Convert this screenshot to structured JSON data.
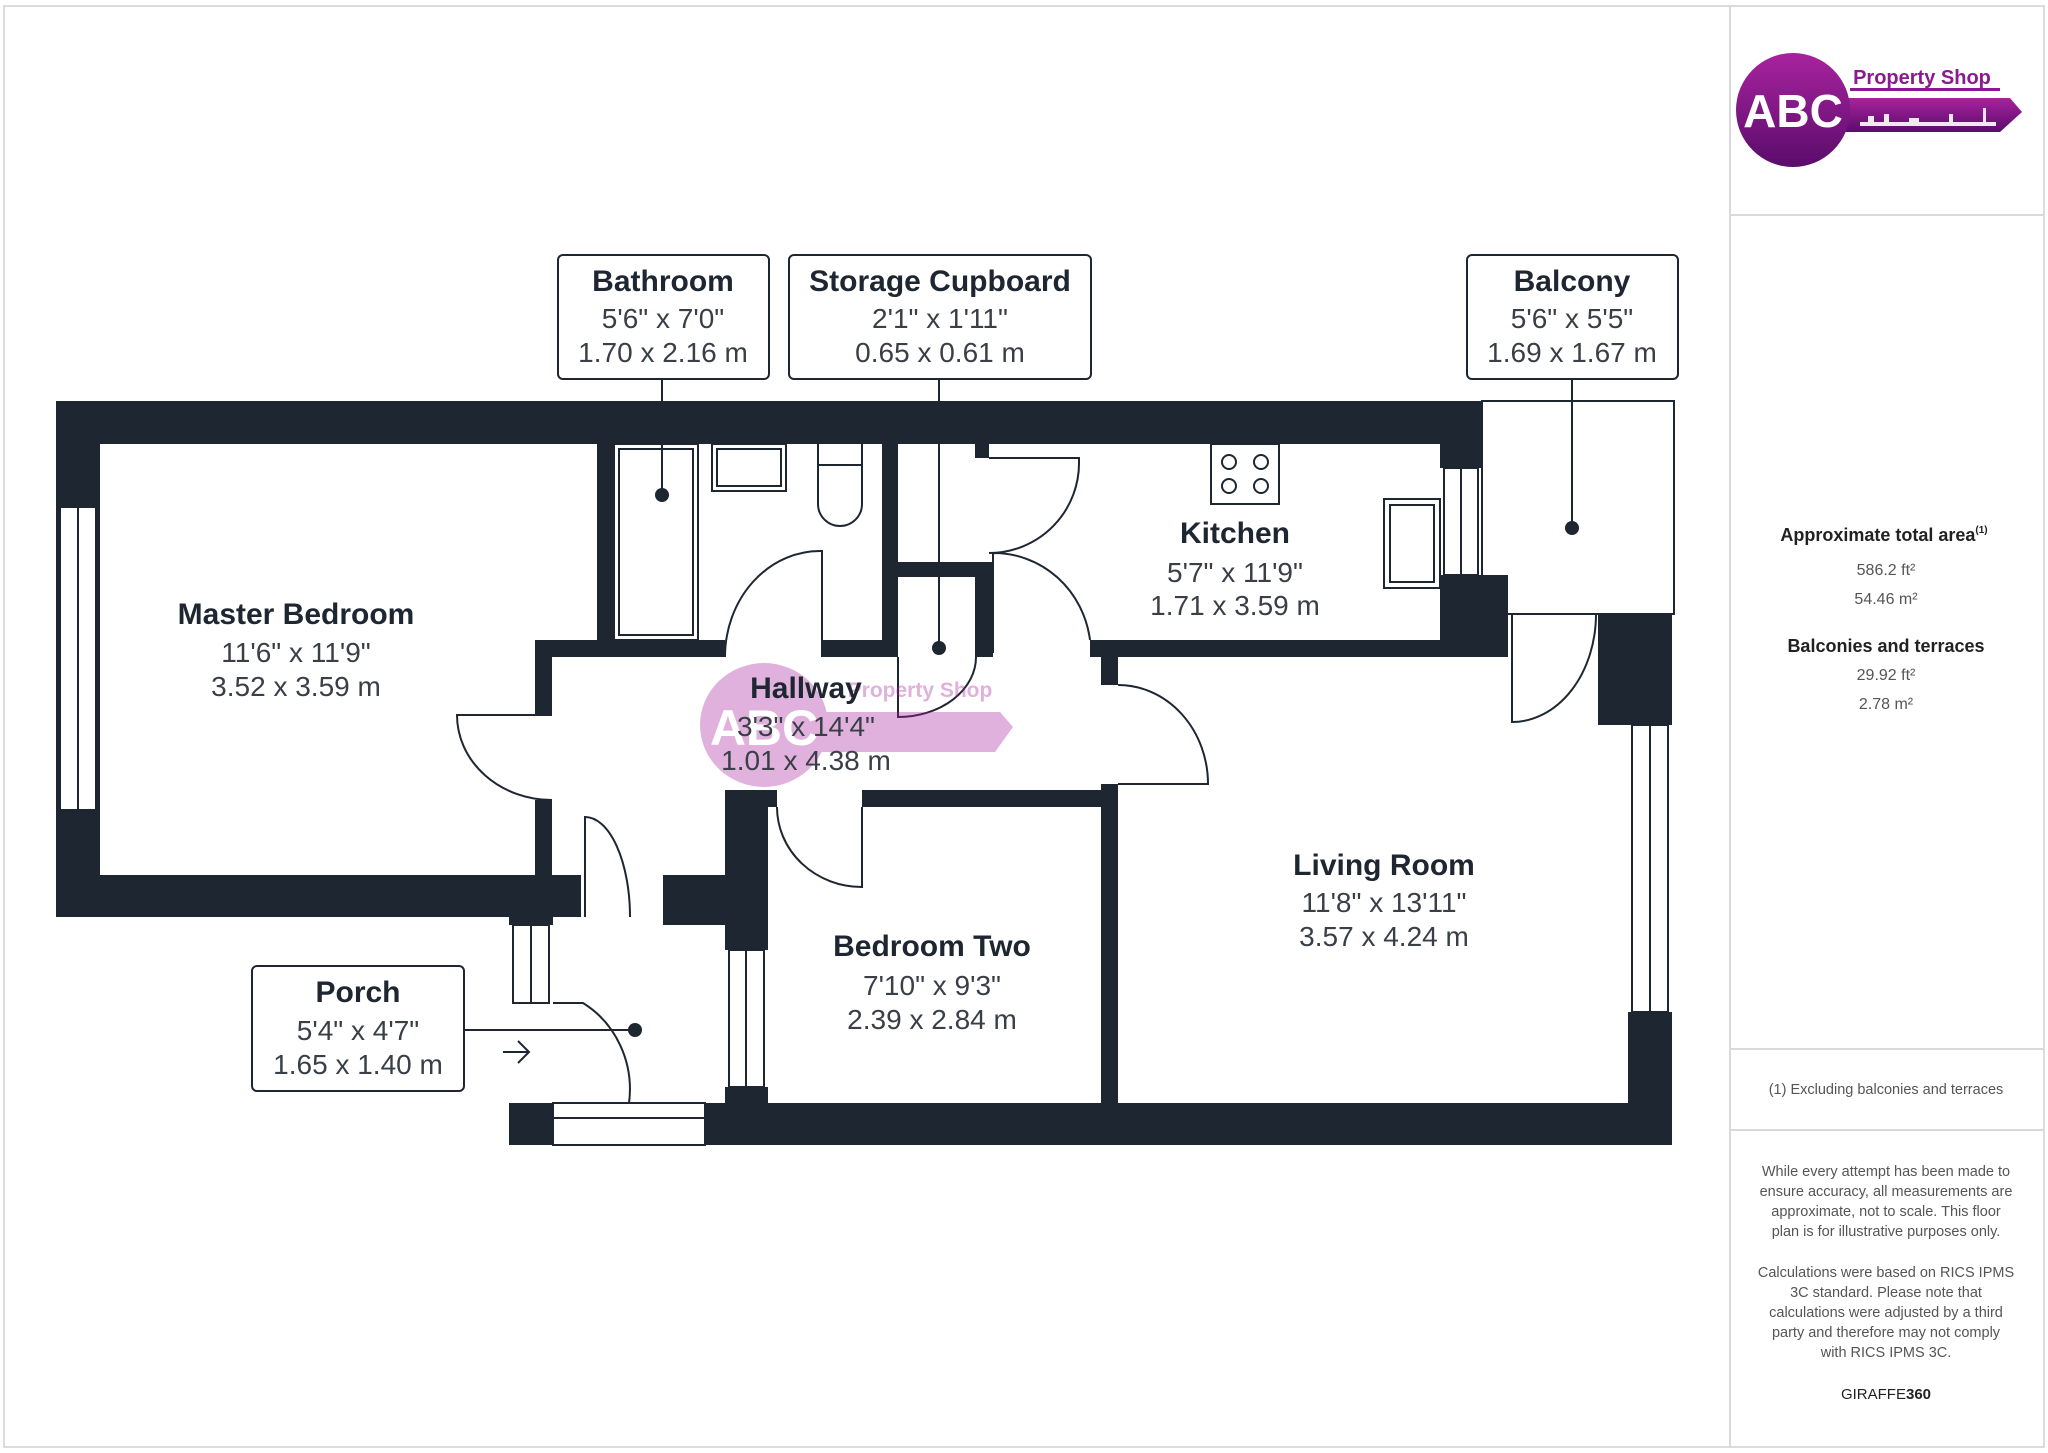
{
  "brand": {
    "logo_letters": "ABC",
    "logo_tagline": "Property Shop",
    "primary_color": "#8b1a8f",
    "dark_color": "#5e0e6e"
  },
  "rooms": {
    "master_bedroom": {
      "name": "Master Bedroom",
      "imperial": "11'6\" x 11'9\"",
      "metric": "3.52 x 3.59 m"
    },
    "bathroom": {
      "name": "Bathroom",
      "imperial": "5'6\" x 7'0\"",
      "metric": "1.70 x 2.16 m"
    },
    "storage": {
      "name": "Storage Cupboard",
      "imperial": "2'1\" x 1'11\"",
      "metric": "0.65 x 0.61 m"
    },
    "kitchen": {
      "name": "Kitchen",
      "imperial": "5'7\" x 11'9\"",
      "metric": "1.71 x 3.59 m"
    },
    "balcony": {
      "name": "Balcony",
      "imperial": "5'6\" x 5'5\"",
      "metric": "1.69 x 1.67 m"
    },
    "hallway": {
      "name": "Hallway",
      "imperial": "3'3\" x 14'4\"",
      "metric": "1.01 x 4.38 m"
    },
    "living_room": {
      "name": "Living Room",
      "imperial": "11'8\" x 13'11\"",
      "metric": "3.57 x 4.24 m"
    },
    "bedroom_two": {
      "name": "Bedroom Two",
      "imperial": "7'10\" x 9'3\"",
      "metric": "2.39 x 2.84 m"
    },
    "porch": {
      "name": "Porch",
      "imperial": "5'4\" x 4'7\"",
      "metric": "1.65 x 1.40 m"
    }
  },
  "summary": {
    "total_title": "Approximate total area",
    "total_sup": "(1)",
    "total_ft": "586.2 ft²",
    "total_m": "54.46 m²",
    "balc_title": "Balconies and terraces",
    "balc_ft": "29.92 ft²",
    "balc_m": "2.78 m²",
    "footnote": "(1) Excluding balconies and terraces",
    "disclaimer_lines": [
      "While every attempt has been made to",
      "ensure accuracy, all measurements are",
      "approximate, not to scale. This floor",
      "plan is for illustrative purposes only.",
      "Calculations were based on RICS IPMS",
      "3C standard. Please note that",
      "calculations were adjusted by a third",
      "party and therefore may not comply",
      "with RICS IPMS 3C."
    ],
    "credit_a": "GIRAFFE",
    "credit_b": "360"
  }
}
